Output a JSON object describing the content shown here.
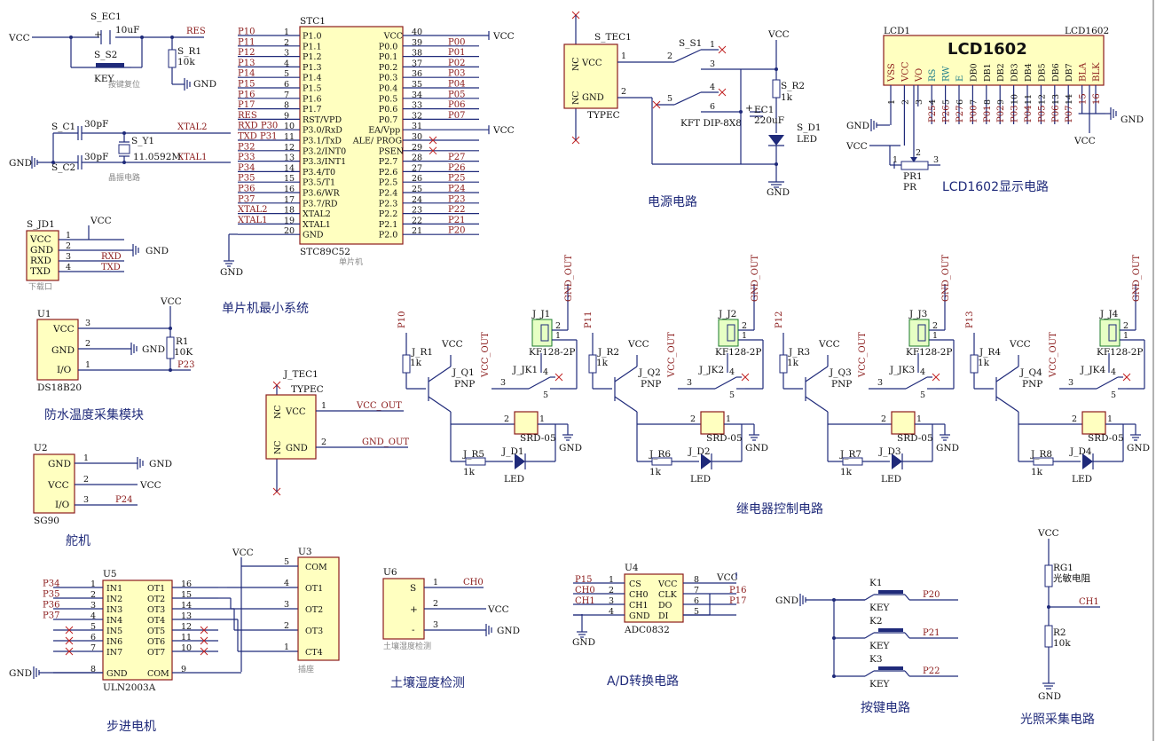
{
  "titles": {
    "mcu": "单片机最小系统",
    "power": "电源电路",
    "lcd": "LCD1602显示电路",
    "temp": "防水温度采集模块",
    "servo": "舵机",
    "relay": "继电器控制电路",
    "stepper": "步进电机",
    "soil": "土壤湿度检测",
    "adc": "A/D转换电路",
    "keys": "按键电路",
    "light": "光照采集电路"
  },
  "reset": {
    "vcc": "VCC",
    "cap": "S_EC1",
    "cap_val": "10uF",
    "net": "RES",
    "switch": "S_S2",
    "key_label": "KEY",
    "res": "S_R1",
    "res_val": "10k",
    "gnd": "GND",
    "caption": "按键复位",
    "plus": "+"
  },
  "crystal": {
    "c1": "S_C1",
    "c1_val": "30pF",
    "c2": "S_C2",
    "c2_val": "30pF",
    "xtal": "S_Y1",
    "freq": "11.0592M",
    "net1": "XTAL2",
    "net2": "XTAL1",
    "gnd": "GND",
    "caption": "晶振电路"
  },
  "download": {
    "ref": "S_JD1",
    "vcc": "VCC",
    "gnd": "GND",
    "pins": [
      "VCC",
      "GND",
      "RXD",
      "TXD"
    ],
    "nums": [
      "1",
      "2",
      "3",
      "4"
    ],
    "caption": "下载口",
    "rxd": "RXD",
    "txd": "TXD"
  },
  "mcu": {
    "ref": "STC1",
    "part": "STC89C52",
    "caption": "单片机",
    "gnd": "GND",
    "left_pins": [
      "P1.0",
      "P1.1",
      "P1.2",
      "P1.3",
      "P1.4",
      "P1.5",
      "P1.6",
      "P1.7",
      "RST/VPD",
      "P3.0/RxD",
      "P3.1/TxD",
      "P3.2/INT0",
      "P3.3/INT1",
      "P3.4/T0",
      "P3.5/T1",
      "P3.6/WR",
      "P3.7/RD",
      "XTAL2",
      "XTAL1",
      "GND"
    ],
    "left_nums": [
      "1",
      "2",
      "3",
      "4",
      "5",
      "6",
      "7",
      "8",
      "9",
      "10",
      "11",
      "12",
      "13",
      "14",
      "15",
      "16",
      "17",
      "18",
      "19",
      "20"
    ],
    "left_nets": [
      "P10",
      "P11",
      "P12",
      "P13",
      "P14",
      "P15",
      "P16",
      "P17",
      "RES",
      "RXD P30",
      "TXD P31",
      "P32",
      "P33",
      "P34",
      "P35",
      "P36",
      "P37",
      "XTAL2",
      "XTAL1",
      ""
    ],
    "right_pins": [
      "VCC",
      "P0.0",
      "P0.1",
      "P0.2",
      "P0.3",
      "P0.4",
      "P0.5",
      "P0.6",
      "P0.7",
      "EA/Vpp",
      "ALE/ PROG",
      "PSEN",
      "P2.7",
      "P2.6",
      "P2.5",
      "P2.4",
      "P2.3",
      "P2.2",
      "P2.1",
      "P2.0"
    ],
    "right_nums": [
      "40",
      "39",
      "38",
      "37",
      "36",
      "35",
      "34",
      "33",
      "32",
      "31",
      "30",
      "29",
      "28",
      "27",
      "26",
      "25",
      "24",
      "23",
      "22",
      "21"
    ],
    "right_nets": [
      "VCC",
      "P00",
      "P01",
      "P02",
      "P03",
      "P04",
      "P05",
      "P06",
      "P07",
      "VCC",
      "",
      "",
      "P27",
      "P26",
      "P25",
      "P24",
      "P23",
      "P22",
      "P21",
      "P20"
    ]
  },
  "power": {
    "ref": "S_TEC1",
    "nc1": "NC",
    "vcc": "VCC",
    "nc2": "NC",
    "gnd": "GND",
    "type": "TYPEC",
    "pin1": "1",
    "pin2": "2",
    "sw": "S_S1",
    "sw_part": "KFT DIP-8X8",
    "sw_pins": [
      "1",
      "2",
      "3",
      "4",
      "5",
      "6"
    ],
    "vcc_net": "VCC",
    "res": "S_R2",
    "res_val": "1k",
    "cap": "EC1",
    "cap_val": "220uF",
    "led": "S_D1",
    "led_label": "LED",
    "gnd_net": "GND",
    "plus": "+"
  },
  "lcd": {
    "ref": "LCD1",
    "part": "LCD1602",
    "big": "LCD1602",
    "pins": [
      "VSS",
      "VCC",
      "VO",
      "RS",
      "RW",
      "E",
      "DB0",
      "DB1",
      "DB2",
      "DB3",
      "DB4",
      "DB5",
      "DB6",
      "DB7",
      "BLA",
      "BLK"
    ],
    "nums": [
      "1",
      "2",
      "3",
      "4",
      "5",
      "6",
      "7",
      "8",
      "9",
      "10",
      "11",
      "12",
      "13",
      "14",
      "15",
      "16"
    ],
    "nets": [
      "P25",
      "P26",
      "P27",
      "P00",
      "P01",
      "P02",
      "P03",
      "P04",
      "P05",
      "P06",
      "P07"
    ],
    "gnd": "GND",
    "vcc": "VCC",
    "pot": "PR1",
    "pot_part": "PR",
    "gnd_right": "GND",
    "vcc_bottom": "VCC",
    "pot_pins": [
      "1",
      "2",
      "3"
    ]
  },
  "temp": {
    "ref": "U1",
    "part": "DS18B20",
    "pins": [
      "VCC",
      "GND",
      "I/O"
    ],
    "nums": [
      "3",
      "2",
      "1"
    ],
    "vcc": "VCC",
    "res": "R1",
    "res_val": "10K",
    "gnd": "GND",
    "net": "P23"
  },
  "tec2": {
    "ref": "J_TEC1",
    "type": "TYPEC",
    "nc1": "NC",
    "vcc": "VCC",
    "nc2": "NC",
    "gnd": "GND",
    "p1": "1",
    "p2": "2",
    "net1": "VCC_OUT",
    "net2": "GND_OUT"
  },
  "servo": {
    "ref": "U2",
    "part": "SG90",
    "pins": [
      "GND",
      "VCC",
      "I/O"
    ],
    "nums": [
      "1",
      "2",
      "3"
    ],
    "gnd": "GND",
    "vcc": "VCC",
    "net": "P24"
  },
  "relays": [
    {
      "net": "P10",
      "r": "J_R1",
      "t": "J_Q1",
      "jk": "J_JK1",
      "j": "J_J1",
      "r5": "J_R5",
      "d": "J_D1"
    },
    {
      "net": "P11",
      "r": "J_R2",
      "t": "J_Q2",
      "jk": "J_JK2",
      "j": "J_J2",
      "r5": "J_R6",
      "d": "J_D2"
    },
    {
      "net": "P12",
      "r": "J_R3",
      "t": "J_Q3",
      "jk": "J_JK3",
      "j": "J_J3",
      "r5": "J_R7",
      "d": "J_D3"
    },
    {
      "net": "P13",
      "r": "J_R4",
      "t": "J_Q4",
      "jk": "J_JK4",
      "j": "J_J4",
      "r5": "J_R8",
      "d": "J_D4"
    }
  ],
  "relay_common": {
    "res_val": "1k",
    "pnp": "PNP",
    "vcc": "VCC",
    "vcc_out": "VCC_OUT",
    "gnd_out": "GND_OUT",
    "kf": "KF128-2P",
    "srd": "SRD-05",
    "led": "LED",
    "r_val": "1k",
    "k_nums": [
      "3",
      "4",
      "5",
      "2",
      "1"
    ],
    "j_nums": [
      "2",
      "1"
    ]
  },
  "stepper": {
    "u5": "U5",
    "part": "ULN2003A",
    "u3": "U3",
    "socket": "插座",
    "in_pins": [
      "IN1",
      "IN2",
      "IN3",
      "IN4",
      "IN5",
      "IN6",
      "IN7",
      "GND"
    ],
    "in_nums": [
      "1",
      "2",
      "3",
      "4",
      "5",
      "6",
      "7",
      "8"
    ],
    "out_pins": [
      "OT1",
      "OT2",
      "OT3",
      "OT4",
      "OT5",
      "OT6",
      "OT7",
      "COM"
    ],
    "out_nums": [
      "16",
      "15",
      "14",
      "13",
      "12",
      "11",
      "10",
      "9"
    ],
    "nets": [
      "P34",
      "P35",
      "P36",
      "P37"
    ],
    "u3_pins": [
      "COM",
      "OT1",
      "OT2",
      "OT3",
      "CT4"
    ],
    "u3_nums": [
      "5",
      "4",
      "3",
      "2",
      "1"
    ],
    "vcc": "VCC",
    "gnd": "GND"
  },
  "soil": {
    "ref": "U6",
    "pins": [
      "S",
      "+",
      "-"
    ],
    "nums": [
      "1",
      "2",
      "3"
    ],
    "net": "CH0",
    "vcc": "VCC",
    "gnd": "GND",
    "caption": "土壤湿度检测"
  },
  "adc": {
    "ref": "U4",
    "part": "ADC0832",
    "left": [
      "CS",
      "CH0",
      "CH1",
      "GND"
    ],
    "left_nums": [
      "1",
      "2",
      "3",
      "4"
    ],
    "right": [
      "VCC",
      "CLK",
      "DO",
      "DI"
    ],
    "right_nums": [
      "8",
      "7",
      "6",
      "5"
    ],
    "left_nets": [
      "P15",
      "CH0",
      "CH1"
    ],
    "right_nets": [
      "VCC",
      "P16",
      "P17"
    ],
    "gnd": "GND"
  },
  "keys": {
    "gnd": "GND",
    "names": [
      "K1",
      "K2",
      "K3"
    ],
    "labels": [
      "KEY",
      "KEY",
      "KEY"
    ],
    "nets": [
      "P20",
      "P21",
      "P22"
    ]
  },
  "light": {
    "vcc": "VCC",
    "ldr": "RG1",
    "ldr_label": "光敏电阻",
    "net": "CH1",
    "res": "R2",
    "res_val": "10k",
    "gnd": "GND"
  }
}
